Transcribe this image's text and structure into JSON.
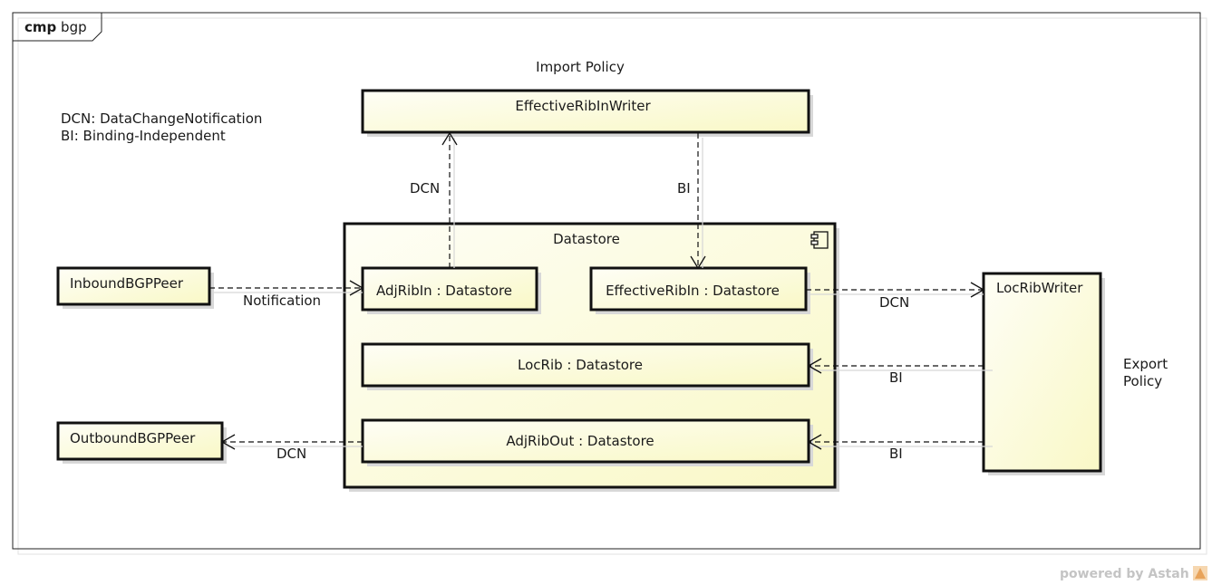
{
  "frame": {
    "kind": "cmp",
    "name": "bgp"
  },
  "legend": {
    "line1": "DCN: DataChangeNotification",
    "line2": "BI: Binding-Independent"
  },
  "notes": {
    "import_policy": "Import Policy",
    "export_policy_line1": "Export",
    "export_policy_line2": "Policy"
  },
  "components": {
    "effective_rib_in_writer": "EffectiveRibInWriter",
    "datastore": "Datastore",
    "inbound_bgp_peer": "InboundBGPPeer",
    "outbound_bgp_peer": "OutboundBGPPeer",
    "loc_rib_writer": "LocRibWriter",
    "adj_rib_in": "AdjRibIn : Datastore",
    "effective_rib_in": "EffectiveRibIn : Datastore",
    "loc_rib": "LocRib : Datastore",
    "adj_rib_out": "AdjRibOut : Datastore"
  },
  "connectors": {
    "adjribin_to_writer": "DCN",
    "writer_to_effectiveribin": "BI",
    "inbound_to_adjribin": "Notification",
    "effectiveribin_to_locribwriter": "DCN",
    "locribwriter_to_locrib": "BI",
    "locribwriter_to_adjribout": "BI",
    "adjribout_to_outbound": "DCN"
  },
  "watermark": {
    "text": "powered by Astah"
  },
  "colors": {
    "box_fill_light": "#fefef4",
    "box_fill_dark": "#fafacc",
    "stroke": "#111111",
    "shadow": "#d8d8d8"
  }
}
